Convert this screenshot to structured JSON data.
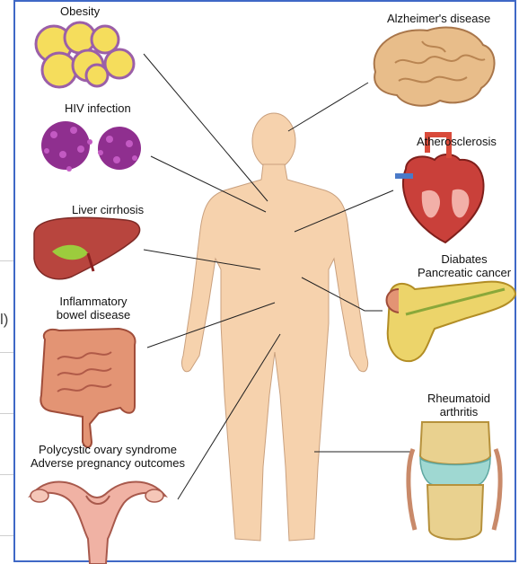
{
  "page": {
    "partial_left_text": "l)"
  },
  "diagram": {
    "labels": {
      "obesity": "Obesity",
      "hiv": "HIV infection",
      "liver": "Liver cirrhosis",
      "ibd_line1": "Inflammatory",
      "ibd_line2": "bowel disease",
      "pcos_line1": "Polycystic ovary syndrome",
      "pcos_line2": "Adverse pregnancy outcomes",
      "alzheimers": "Alzheimer's disease",
      "athero": "Atherosclerosis",
      "diabetes_line1": "Diabates",
      "diabetes_line2": "Pancreatic cancer",
      "ra_line1": "Rheumatoid",
      "ra_line2": "arthritis"
    },
    "colors": {
      "frame_border": "#3f68c6",
      "body_skin": "#f6d2ad",
      "fat_cell": "#f5dd5c",
      "virus": "#8f2f8f",
      "liver": "#b8453e",
      "intestine": "#e39474",
      "uterus": "#f0b2a4",
      "brain": "#e8bd8a",
      "heart": "#c9403a",
      "pancreas": "#ecd46a",
      "knee_bone": "#e9d18f",
      "cartilage": "#9fd8d2"
    }
  }
}
